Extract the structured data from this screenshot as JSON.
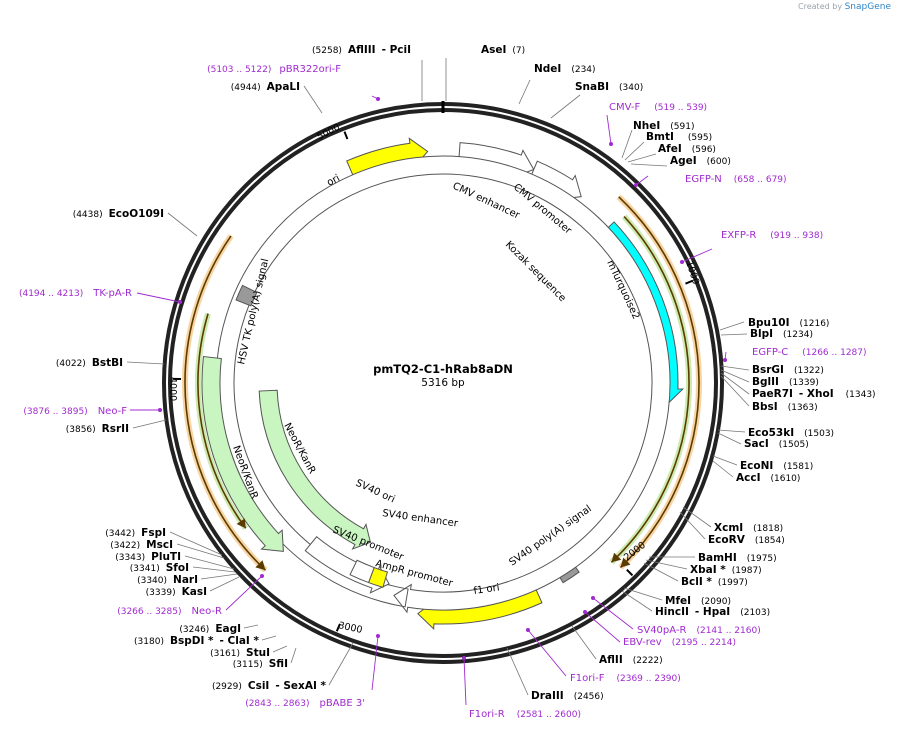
{
  "app": {
    "created_by": "Created by",
    "brand": "SnapGene"
  },
  "plasmid": {
    "name": "pmTQ2-C1-hRab8aDN",
    "size_label": "5316 bp"
  },
  "ticks": [
    "1000",
    "2000",
    "3000",
    "4000",
    "5000"
  ],
  "enzymes": [
    {
      "pos": "(5258)",
      "name": "AflIII",
      "extra": "- PciI"
    },
    {
      "name": "AseI",
      "pos": "(7)"
    },
    {
      "name": "NdeI",
      "pos": "(234)"
    },
    {
      "name": "SnaBI",
      "pos": "(340)"
    },
    {
      "name": "NheI",
      "pos": "(591)"
    },
    {
      "name": "BmtI",
      "pos": "(595)"
    },
    {
      "name": "AfeI",
      "pos": "(596)"
    },
    {
      "name": "AgeI",
      "pos": "(600)"
    },
    {
      "name": "Bpu10I",
      "pos": "(1216)"
    },
    {
      "name": "BlpI",
      "pos": "(1234)"
    },
    {
      "name": "BsrGI",
      "pos": "(1322)"
    },
    {
      "name": "BglII",
      "pos": "(1339)"
    },
    {
      "name": "PaeR7I",
      "extra": "- XhoI",
      "pos": "(1343)"
    },
    {
      "name": "BbsI",
      "pos": "(1363)"
    },
    {
      "name": "Eco53kI",
      "pos": "(1503)"
    },
    {
      "name": "SacI",
      "pos": "(1505)"
    },
    {
      "name": "EcoNI",
      "pos": "(1581)"
    },
    {
      "name": "AccI",
      "pos": "(1610)"
    },
    {
      "name": "XcmI",
      "pos": "(1818)"
    },
    {
      "name": "EcoRV",
      "pos": "(1854)"
    },
    {
      "name": "BamHI",
      "pos": "(1975)"
    },
    {
      "name": "XbaI *",
      "pos": "(1987)"
    },
    {
      "name": "BclI *",
      "pos": "(1997)"
    },
    {
      "name": "MfeI",
      "pos": "(2090)"
    },
    {
      "name": "HincII",
      "extra": "- HpaI",
      "pos": "(2103)"
    },
    {
      "name": "AflII",
      "pos": "(2222)"
    },
    {
      "name": "DraIII",
      "pos": "(2456)"
    },
    {
      "pos": "(2929)",
      "name": "CsiI",
      "extra": "- SexAI *"
    },
    {
      "pos": "(3115)",
      "name": "SfiI"
    },
    {
      "pos": "(3161)",
      "name": "StuI"
    },
    {
      "pos": "(3180)",
      "name": "BspDI *",
      "extra": "- ClaI *"
    },
    {
      "pos": "(3246)",
      "name": "EagI"
    },
    {
      "pos": "(3339)",
      "name": "KasI"
    },
    {
      "pos": "(3340)",
      "name": "NarI"
    },
    {
      "pos": "(3341)",
      "name": "SfoI"
    },
    {
      "pos": "(3343)",
      "name": "PluTI"
    },
    {
      "pos": "(3422)",
      "name": "MscI"
    },
    {
      "pos": "(3442)",
      "name": "FspI"
    },
    {
      "pos": "(3856)",
      "name": "RsrII"
    },
    {
      "pos": "(4022)",
      "name": "BstBI"
    },
    {
      "pos": "(4438)",
      "name": "EcoO109I"
    },
    {
      "pos": "(4944)",
      "name": "ApaLI"
    }
  ],
  "primers": [
    {
      "pos": "(5103 .. 5122)",
      "name": "pBR322ori-F"
    },
    {
      "name": "CMV-F",
      "pos": "(519 .. 539)"
    },
    {
      "name": "EGFP-N",
      "pos": "(658 .. 679)"
    },
    {
      "name": "EXFP-R",
      "pos": "(919 .. 938)"
    },
    {
      "name": "EGFP-C",
      "pos": "(1266 .. 1287)"
    },
    {
      "name": "SV40pA-R",
      "pos": "(2141 .. 2160)"
    },
    {
      "name": "EBV-rev",
      "pos": "(2195 .. 2214)"
    },
    {
      "name": "F1ori-F",
      "pos": "(2369 .. 2390)"
    },
    {
      "name": "F1ori-R",
      "pos": "(2581 .. 2600)"
    },
    {
      "pos": "(2843 .. 2863)",
      "name": "pBABE 3'"
    },
    {
      "pos": "(3266 .. 3285)",
      "name": "Neo-R"
    },
    {
      "pos": "(3876 .. 3895)",
      "name": "Neo-F"
    },
    {
      "pos": "(4194 .. 4213)",
      "name": "TK-pA-R"
    }
  ],
  "features": {
    "ori": "ori",
    "cmv_enhancer": "CMV enhancer",
    "cmv_promoter": "CMV promoter",
    "kozak": "Kozak sequence",
    "mturquoise2": "mTurquoise2",
    "sv40_polya": "SV40 poly(A) signal",
    "f1_ori": "f1 ori",
    "ampr_promoter": "AmpR promoter",
    "sv40_promoter": "SV40 promoter",
    "sv40_ori": "SV40 ori",
    "sv40_enhancer": "SV40 enhancer",
    "neokanr_inner": "NeoR/KanR",
    "neokanr_outer": "NeoR/KanR",
    "hsv_tk_polya": "HSV TK poly(A) signal"
  },
  "colors": {
    "ori": "#ffff00",
    "mturquoise2": "#00ffff",
    "neokanr": "#c8f5c0",
    "primer": "#a02ad0",
    "orf_orange": "#f0a030",
    "orf_green": "#90d050",
    "polya": "#999999"
  }
}
